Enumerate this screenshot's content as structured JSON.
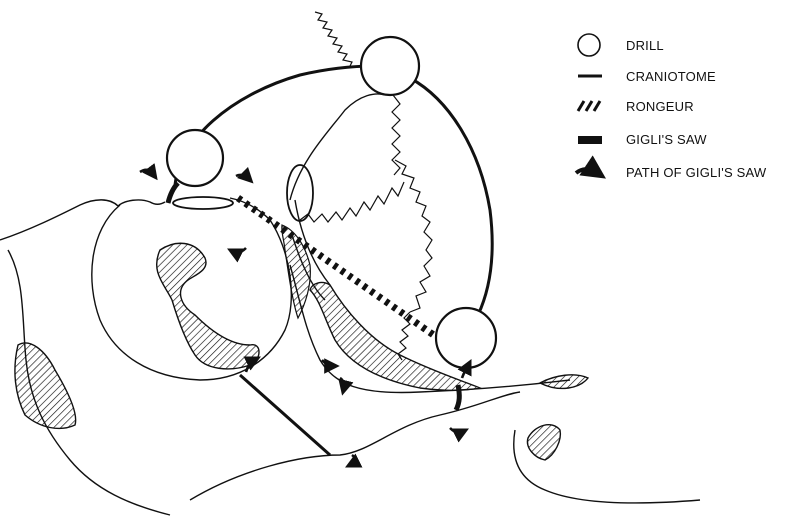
{
  "legend": {
    "items": [
      {
        "key": "drill",
        "label": "DRILL"
      },
      {
        "key": "craniotome",
        "label": "CRANIOTOME"
      },
      {
        "key": "rongeur",
        "label": "RONGEUR"
      },
      {
        "key": "gigli_saw",
        "label": "GIGLI'S SAW"
      },
      {
        "key": "path_gigli_saw",
        "label": "PATH OF GIGLI'S SAW"
      }
    ]
  },
  "diagram": {
    "burr_holes": 3,
    "line_color": "#111111",
    "fill_color": "#ffffff"
  }
}
